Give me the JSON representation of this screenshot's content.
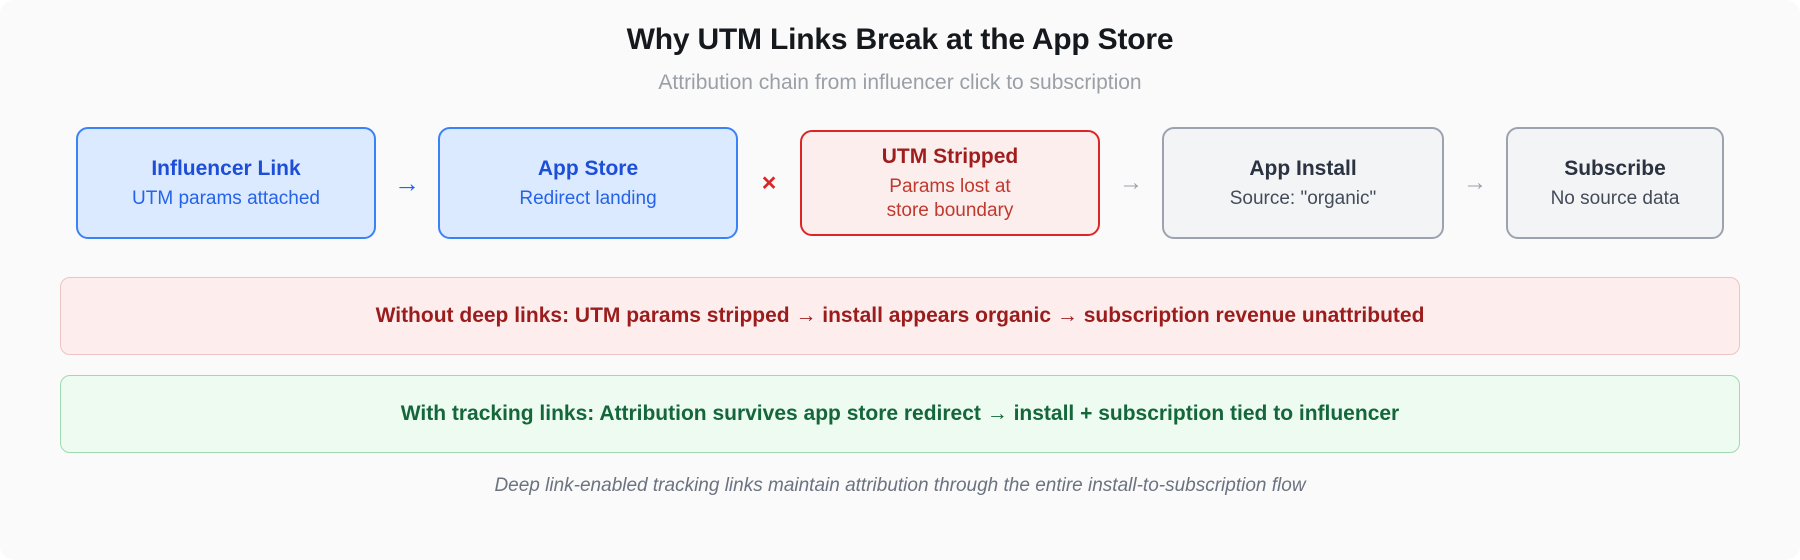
{
  "header": {
    "title": "Why UTM Links Break at the App Store",
    "subtitle": "Attribution chain from influencer click to subscription"
  },
  "flow": {
    "nodes": [
      {
        "id": "influencer-link",
        "title": "Influencer Link",
        "subtitle": "UTM params attached",
        "style": "blue",
        "colors": {
          "border": "#3b82f6",
          "fill": "#dbeafe",
          "title": "#1d4ed8",
          "text": "#2563eb"
        }
      },
      {
        "id": "app-store",
        "title": "App Store",
        "subtitle": "Redirect landing",
        "style": "blue",
        "colors": {
          "border": "#3b82f6",
          "fill": "#dbeafe",
          "title": "#1d4ed8",
          "text": "#2563eb"
        }
      },
      {
        "id": "utm-stripped",
        "title": "UTM Stripped",
        "subtitle": "Params lost at\nstore boundary",
        "style": "red",
        "colors": {
          "border": "#dc2626",
          "fill": "#fdeeee",
          "title": "#9f1d1d",
          "text": "#c0392f"
        }
      },
      {
        "id": "app-install",
        "title": "App Install",
        "subtitle": "Source: \"organic\"",
        "style": "gray",
        "colors": {
          "border": "#9ca3af",
          "fill": "#f3f4f6",
          "title": "#2b3240",
          "text": "#444b58"
        }
      },
      {
        "id": "subscribe",
        "title": "Subscribe",
        "subtitle": "No source data",
        "style": "gray",
        "colors": {
          "border": "#9ca3af",
          "fill": "#f3f4f6",
          "title": "#2b3240",
          "text": "#444b58"
        }
      }
    ],
    "connectors": [
      {
        "id": "arrow-1",
        "glyph": "→",
        "kind": "arrow",
        "color": "#2563eb"
      },
      {
        "id": "break-x",
        "glyph": "×",
        "kind": "break",
        "color": "#dc2626"
      },
      {
        "id": "arrow-2",
        "glyph": "→",
        "kind": "arrow",
        "color": "#9aa1ab"
      },
      {
        "id": "arrow-3",
        "glyph": "→",
        "kind": "arrow",
        "color": "#9aa1ab"
      }
    ]
  },
  "banners": {
    "failure": {
      "text": "Without deep links: UTM params stripped → install appears organic → subscription revenue unattributed",
      "colors": {
        "border": "#efc3c3",
        "fill": "#fdeded",
        "text": "#9b1c1c"
      }
    },
    "success": {
      "text": "With tracking links: Attribution survives app store redirect → install + subscription tied to influencer",
      "colors": {
        "border": "#9fd9b0",
        "fill": "#edfbf0",
        "text": "#14663b"
      }
    }
  },
  "footer": {
    "caption": "Deep link-enabled tracking links maintain attribution through the entire install-to-subscription flow"
  },
  "theme": {
    "background": "#fafafa",
    "title_color": "#15181d",
    "subtitle_color": "#9aa0a6",
    "footer_color": "#6b7280"
  }
}
